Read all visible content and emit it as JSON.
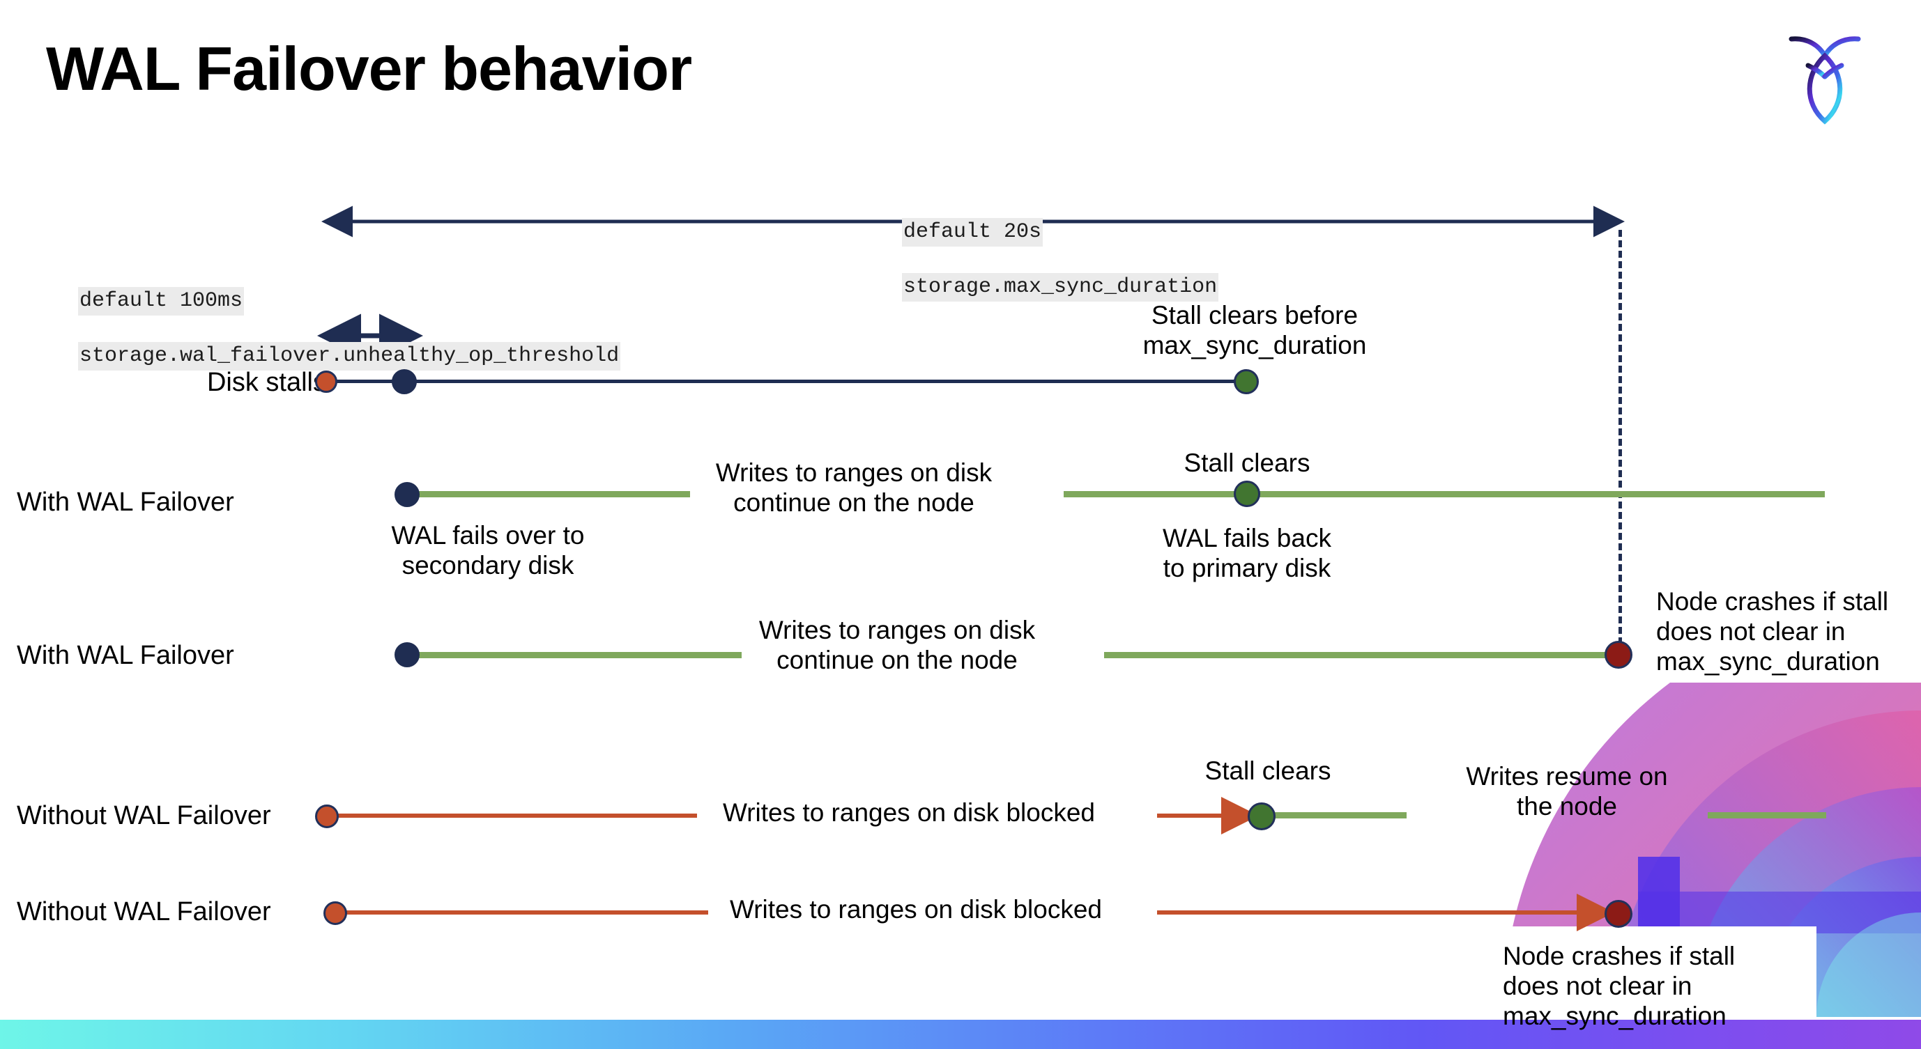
{
  "slide": {
    "title": "WAL Failover behavior",
    "logo_name": "cockroachdb-logo"
  },
  "settings": {
    "max_sync": {
      "default_label": "default 20s",
      "setting_name": "storage.max_sync_duration"
    },
    "unhealthy_threshold": {
      "default_label": "default 100ms",
      "setting_name": "storage.wal_failover.unhealthy_op_threshold"
    }
  },
  "rows": [
    {
      "id": "disk-stalls",
      "label": "Disk stalls",
      "annotations": [
        {
          "id": "stall-clears-before",
          "text": "Stall clears before\nmax_sync_duration"
        }
      ]
    },
    {
      "id": "with-wal-failover-recovers",
      "label": "With WAL Failover",
      "annotations": [
        {
          "id": "writes-continue-1",
          "text": "Writes to ranges on disk\ncontinue on the node"
        },
        {
          "id": "stall-clears-1",
          "text": "Stall clears"
        },
        {
          "id": "wal-fails-over",
          "text": "WAL fails over to\nsecondary disk"
        },
        {
          "id": "wal-fails-back",
          "text": "WAL fails  back\nto primary disk"
        }
      ]
    },
    {
      "id": "with-wal-failover-crashes",
      "label": "With WAL Failover",
      "annotations": [
        {
          "id": "writes-continue-2",
          "text": "Writes to ranges on disk\ncontinue on the node"
        },
        {
          "id": "node-crashes-1",
          "text": "Node crashes if stall\ndoes not clear in\nmax_sync_duration"
        }
      ]
    },
    {
      "id": "without-wal-failover-recovers",
      "label": "Without WAL Failover",
      "annotations": [
        {
          "id": "writes-blocked-1",
          "text": "Writes to ranges on disk  blocked"
        },
        {
          "id": "stall-clears-2",
          "text": "Stall clears"
        },
        {
          "id": "writes-resume",
          "text": "Writes resume on\nthe node"
        }
      ]
    },
    {
      "id": "without-wal-failover-crashes",
      "label": "Without WAL Failover",
      "annotations": [
        {
          "id": "writes-blocked-2",
          "text": "Writes to ranges on disk  blocked"
        },
        {
          "id": "node-crashes-2",
          "text": "Node crashes if stall\ndoes not clear in\nmax_sync_duration"
        }
      ]
    }
  ],
  "legend_colors": {
    "navy": "#1f2d52",
    "green_line": "#7fa85c",
    "green_dot": "#417530",
    "orange": "#c4502c",
    "dark_red": "#8c1b16",
    "code_bg": "#ebebeb"
  }
}
